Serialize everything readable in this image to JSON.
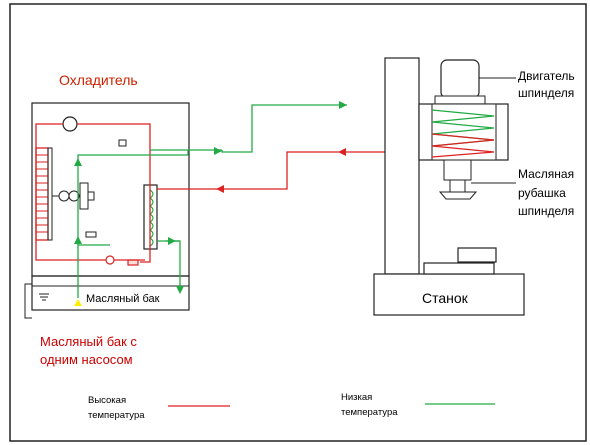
{
  "labels": {
    "chiller": "Охладитель",
    "oil_tank": "Масляный бак",
    "oil_tank_pump_line1": "Масляный бак с",
    "oil_tank_pump_line2": "одним насосом",
    "machine": "Станок",
    "motor_line1": "Двигатель",
    "motor_line2": "шпинделя",
    "jacket_line1": "Масляная",
    "jacket_line2": "рубашка",
    "jacket_line3": "шпинделя"
  },
  "legend": {
    "high_line1": "Высокая",
    "high_line2": "температура",
    "low_line1": "Низкая",
    "low_line2": "температура"
  },
  "colors": {
    "hot": "#dd2222",
    "cold": "#22aa44",
    "outline": "#222222",
    "chiller_title": "#cc2200",
    "pump_caption": "#cc0000",
    "pump_marker": "#ffee00"
  }
}
